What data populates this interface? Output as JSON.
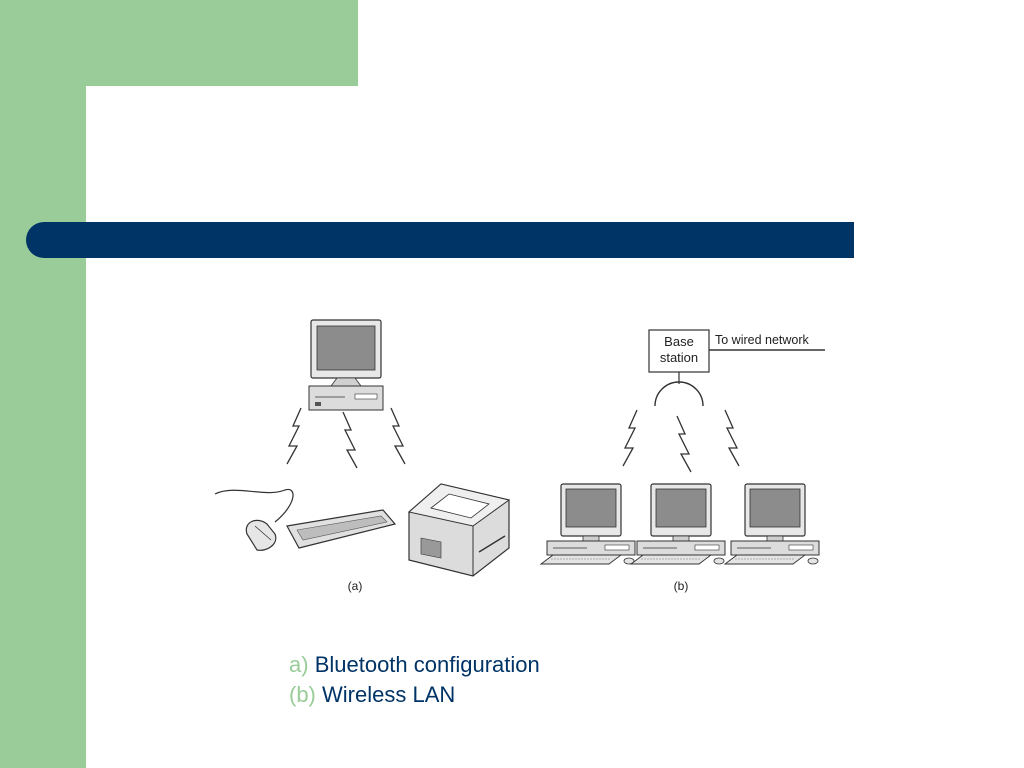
{
  "figure": {
    "label_a": "(a)",
    "label_b": "(b)",
    "base_station_line1": "Base",
    "base_station_line2": "station",
    "wired_label": "To wired network"
  },
  "captions": [
    {
      "letter": "a)",
      "text": "Bluetooth configuration"
    },
    {
      "letter": "(b)",
      "text": "Wireless LAN"
    }
  ],
  "colors": {
    "accent_green": "#99cc99",
    "bar_blue": "#003366",
    "caption_text": "#003366"
  }
}
